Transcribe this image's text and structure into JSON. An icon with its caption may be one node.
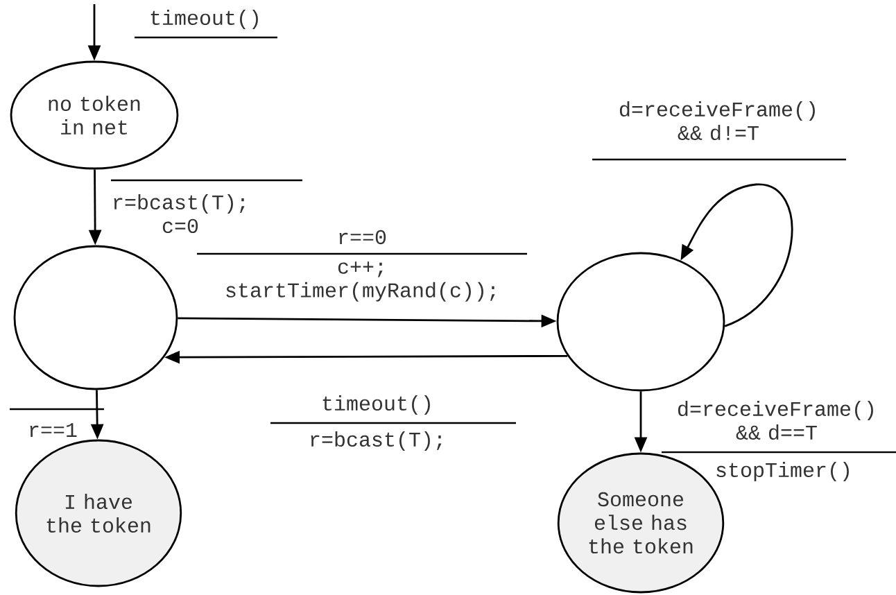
{
  "diagram": {
    "nodes": [
      {
        "text": [
          "no token in net"
        ]
      },
      {
        "text": [],
        "shape": "circle"
      },
      {
        "text": [],
        "shape": "circle"
      },
      {
        "text": [
          "I have the token"
        ]
      },
      {
        "text": [
          "Someone else has the token"
        ]
      }
    ],
    "edges": [
      {
        "from": null,
        "to": 0,
        "arrow": "to",
        "label": "timeout()"
      },
      {
        "from": 0,
        "to": 1,
        "arrow": "to",
        "label": "r=bcast(T); c=0"
      },
      {
        "from": 1,
        "to": 2,
        "arrow": "to",
        "label": "r==0"
      },
      {
        "from": 2,
        "to": 1,
        "arrow": "to",
        "label": "timeout()"
      },
      {
        "from": 2,
        "to": 2,
        "arrow": "to",
        "label": "d=receiveFrame() && d!=T"
      },
      {
        "from": 1,
        "to": 3,
        "arrow": "to",
        "label": "r==1"
      },
      {
        "from": 2,
        "to": 4,
        "arrow": "to",
        "label": "d=receiveFrame() && d==T"
      }
    ],
    "labels": [
      "c++; startTimer(myRand(c));",
      "r=bcast(T);",
      "stopTimer()"
    ]
  }
}
